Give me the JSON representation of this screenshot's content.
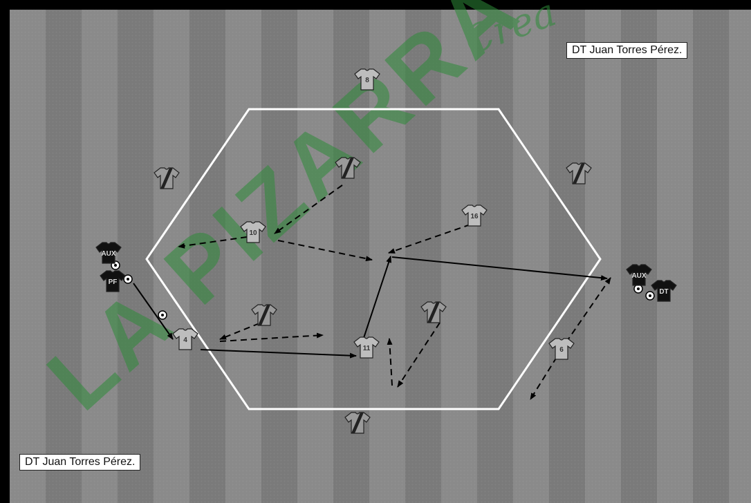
{
  "coach_label_top": "DT Juan Torres Pérez.",
  "coach_label_bottom": "DT Juan Torres Pérez.",
  "colors": {
    "stripe_light": "#8a8a8a",
    "stripe_dark": "#7a7a7a",
    "boundary": "#ffffff",
    "arrow": "#000000",
    "shirt_light": "#bdbdbd",
    "shirt_dark": "#555555",
    "staff_shirt": "#111111",
    "watermark": "#2e8b3a"
  },
  "watermark_text": [
    "LA PIZARRA DEL",
    "Crea"
  ],
  "players_light": [
    {
      "number": "8"
    },
    {
      "number": "10"
    },
    {
      "number": "16"
    },
    {
      "number": "4"
    },
    {
      "number": "11"
    },
    {
      "number": "6"
    }
  ],
  "players_dark": [
    {
      "number": ""
    },
    {
      "number": ""
    },
    {
      "number": ""
    },
    {
      "number": ""
    },
    {
      "number": ""
    },
    {
      "number": ""
    }
  ],
  "staff": [
    {
      "label": "AUX"
    },
    {
      "label": "PF"
    },
    {
      "label": "AUX"
    },
    {
      "label": "DT"
    }
  ]
}
